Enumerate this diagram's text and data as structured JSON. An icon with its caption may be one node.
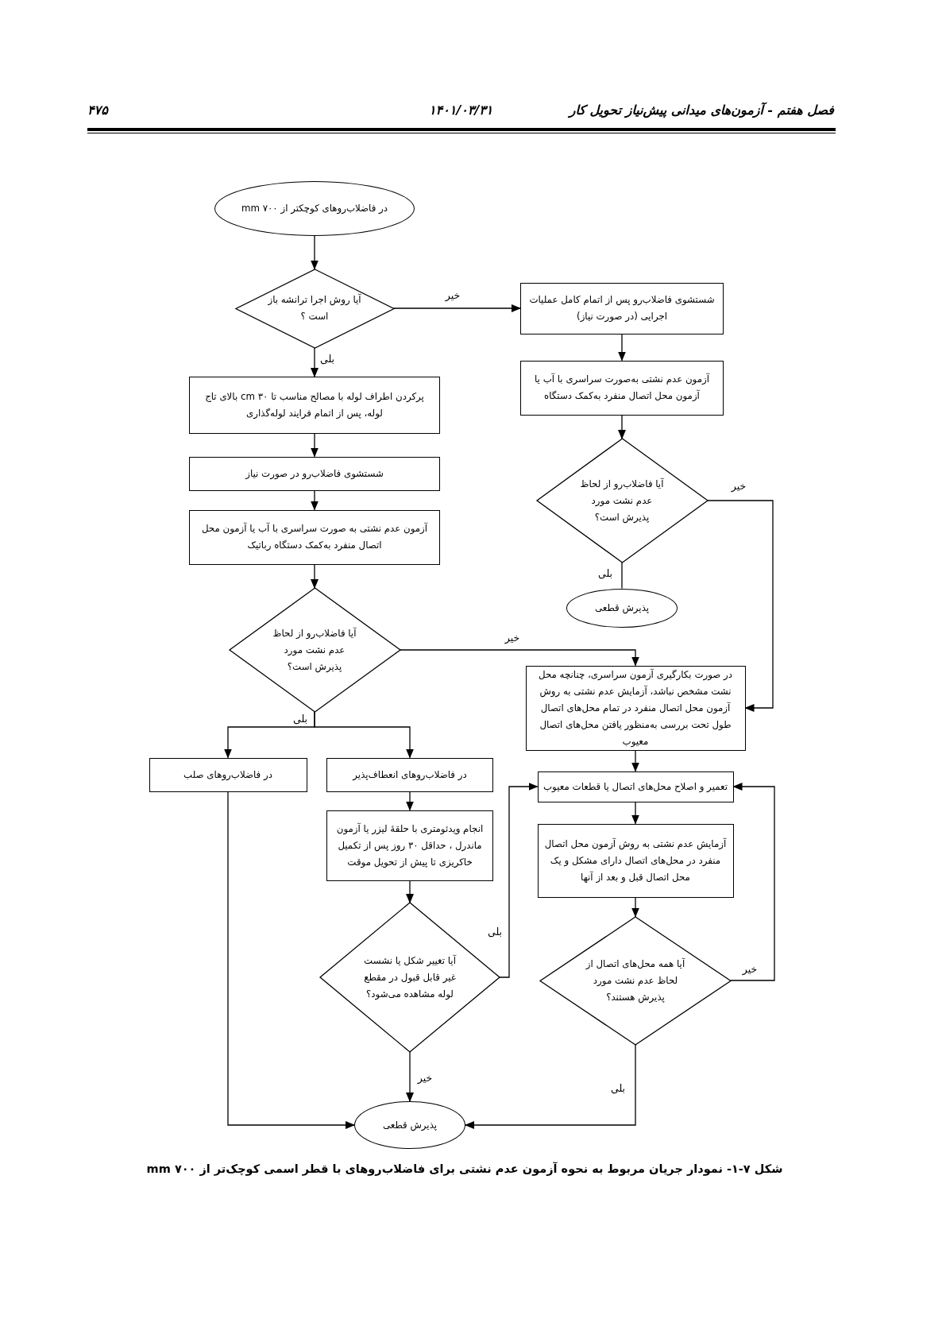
{
  "diagram": {
    "caption": "شکل ۷-۱- نمودار جریان مربوط به نحوه آزمون عدم نشتی برای فاضلاب‌روهای با قطر اسمی کوچک‌تر از ۷۰۰ mm",
    "nodes": [
      {
        "text": [
          "در فاضلاب‌روهای کوچکتر از ۷۰۰ mm"
        ]
      },
      {
        "text": [
          "آیا روش اجرا ترانشه باز است ؟"
        ]
      },
      {
        "text": [
          "شستشوی فاضلاب‌رو پس از اتمام کامل عملیات اجرایی (در صورت نیاز)"
        ]
      },
      {
        "text": [
          "آزمون عدم نشتی به‌صورت سراسری با آب یا آزمون محل اتصال منفرد به‌کمک دستگاه"
        ]
      },
      {
        "text": [
          "آیا فاضلاب‌رو از لحاظ عدم نشت مورد پذیرش است؟"
        ]
      },
      {
        "text": [
          "پذیرش قطعی"
        ]
      },
      {
        "text": [
          "پرکردن اطراف لوله با مصالح مناسب تا ۳۰ cm بالای تاج لوله، پس از اتمام فرایند لوله‌گذاری"
        ]
      },
      {
        "text": [
          "شستشوی فاضلاب‌رو در صورت نیاز"
        ]
      },
      {
        "text": [
          "آزمون عدم نشتی به صورت سراسری با آب یا آزمون محل اتصال منفرد به‌کمک دستگاه رباتیک"
        ]
      },
      {
        "text": [
          "آیا فاضلاب‌رو از لحاظ عدم نشت مورد پذیرش است؟"
        ]
      },
      {
        "text": [
          "در صورت بکارگیری آزمون سراسری، چنانچه محل نشت مشخص نباشد، آزمایش عدم نشتی به روش آزمون محل اتصال منفرد در تمام محل‌های اتصال طول تحت بررسی به‌منظور یافتن محل‌های اتصال معیوب"
        ]
      },
      {
        "text": [
          "در فاضلاب‌روهای صلب"
        ]
      },
      {
        "text": [
          "در فاضلاب‌روهای انعطاف‌پذیر"
        ]
      },
      {
        "text": [
          "انجام ویدئومتری با حلقهٔ لیزر یا آزمون ماندرل ، حداقل ۳۰ روز پس از تکمیل خاکریزی تا پیش از تحویل موقت"
        ]
      },
      {
        "text": [
          "تعمیر و اصلاح محل‌های اتصال یا قطعات معیوب"
        ]
      },
      {
        "text": [
          "آزمایش عدم نشتی به روش آزمون محل اتصال منفرد در محل‌های اتصال دارای مشکل و یک محل اتصال قبل و بعد از آنها"
        ]
      },
      {
        "text": [
          "آیا تغییر شکل یا نشست غیر قابل قبول در مقطع لوله مشاهده می‌شود؟"
        ]
      },
      {
        "text": [
          "آیا همه محل‌های اتصال از لحاظ عدم نشت مورد پذیرش هستند؟"
        ]
      },
      {
        "text": [
          "پذیرش قطعی"
        ]
      }
    ],
    "edges": [
      {
        "from": 0,
        "to": 1,
        "arrow": "to"
      },
      {
        "from": 1,
        "to": 2,
        "arrow": "to",
        "label": "خیر"
      },
      {
        "from": 1,
        "to": 6,
        "arrow": "to",
        "label": "بلی"
      },
      {
        "from": 2,
        "to": 3,
        "arrow": "to"
      },
      {
        "from": 3,
        "to": 4,
        "arrow": "to"
      },
      {
        "from": 4,
        "to": 5,
        "arrow": "none",
        "label": "بلی"
      },
      {
        "from": 4,
        "to": 10,
        "arrow": "to",
        "label": "خیر"
      },
      {
        "from": 6,
        "to": 7,
        "arrow": "to"
      },
      {
        "from": 7,
        "to": 8,
        "arrow": "to"
      },
      {
        "from": 8,
        "to": 9,
        "arrow": "to"
      },
      {
        "from": 9,
        "to": 10,
        "arrow": "to",
        "label": "خیر"
      },
      {
        "from": 9,
        "to": 11,
        "arrow": "to",
        "label": "بلی"
      },
      {
        "from": 9,
        "to": 12,
        "arrow": "to"
      },
      {
        "from": 10,
        "to": 14,
        "arrow": "to"
      },
      {
        "from": 12,
        "to": 13,
        "arrow": "to"
      },
      {
        "from": 13,
        "to": 16,
        "arrow": "to"
      },
      {
        "from": 16,
        "to": 14,
        "arrow": "to",
        "label": "بلی"
      },
      {
        "from": 16,
        "to": 18,
        "arrow": "to",
        "label": "خیر"
      },
      {
        "from": 11,
        "to": 18,
        "arrow": "to"
      },
      {
        "from": 14,
        "to": 15,
        "arrow": "to"
      },
      {
        "from": 15,
        "to": 17,
        "arrow": "to"
      },
      {
        "from": 17,
        "to": 14,
        "arrow": "to",
        "label": "خیر"
      },
      {
        "from": 17,
        "to": 18,
        "arrow": "to",
        "label": "بلی"
      }
    ],
    "labels": [
      "۴۷۵",
      "۱۴۰۱/۰۳/۳۱",
      "فصل هفتم - آزمون‌های میدانی پیش‌نیاز تحویل کار"
    ]
  }
}
